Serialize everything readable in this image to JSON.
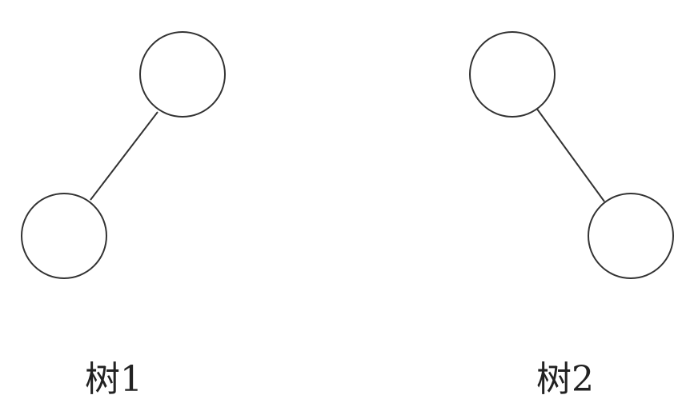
{
  "trees": [
    {
      "label": "树1",
      "nodes": [
        "root",
        "left-child"
      ],
      "edges": [
        [
          "root",
          "left-child"
        ]
      ]
    },
    {
      "label": "树2",
      "nodes": [
        "root",
        "right-child"
      ],
      "edges": [
        [
          "root",
          "right-child"
        ]
      ]
    }
  ],
  "colors": {
    "stroke": "#333333",
    "fill": "#ffffff",
    "text": "#222222"
  }
}
